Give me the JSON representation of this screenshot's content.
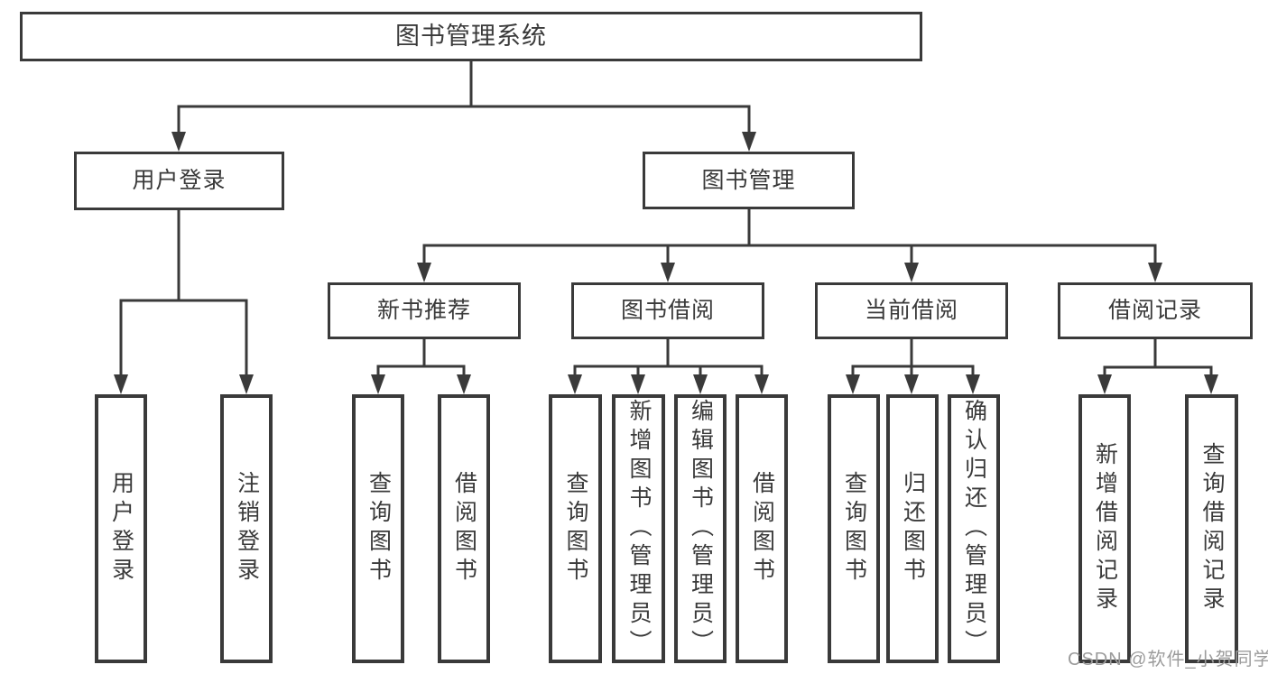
{
  "watermark": "CSDN @软件_小贺同学",
  "colors": {
    "line": "#3a3a3a",
    "text": "#3a3a3a",
    "background": "#ffffff",
    "watermark": "#9c9c9c"
  },
  "tree": {
    "root": "图书管理系统",
    "branches": [
      {
        "label": "用户登录",
        "leaves": [
          "用户登录",
          "注销登录"
        ]
      },
      {
        "label": "图书管理",
        "groups": [
          {
            "label": "新书推荐",
            "leaves": [
              "查询图书",
              "借阅图书"
            ]
          },
          {
            "label": "图书借阅",
            "leaves": [
              "查询图书",
              "新增图书（管理员）",
              "编辑图书（管理员）",
              "借阅图书"
            ]
          },
          {
            "label": "当前借阅",
            "leaves": [
              "查询图书",
              "归还图书",
              "确认归还（管理员）"
            ]
          },
          {
            "label": "借阅记录",
            "leaves": [
              "新增借阅记录",
              "查询借阅记录"
            ]
          }
        ]
      }
    ]
  }
}
